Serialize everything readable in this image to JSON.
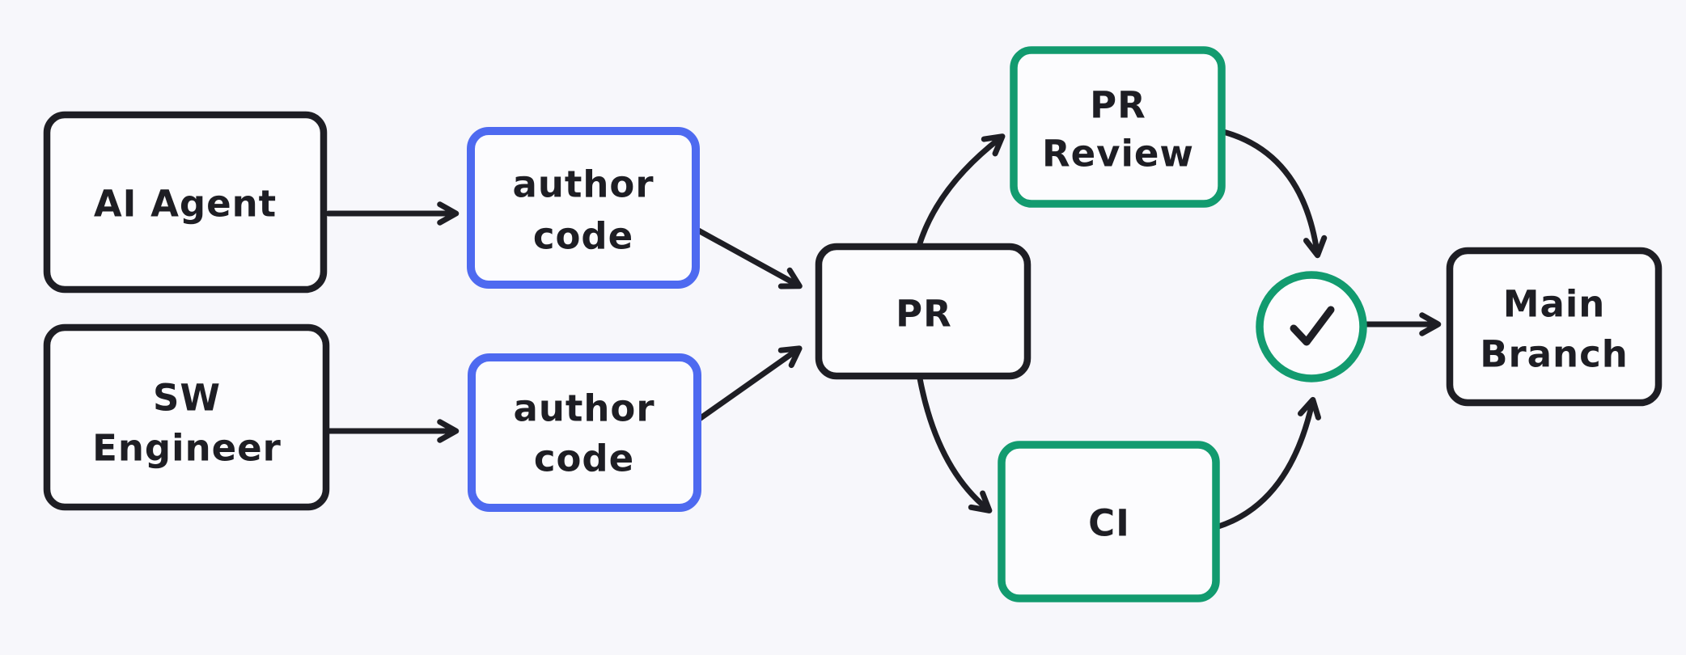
{
  "colors": {
    "canvas_bg": "#f7f7fb",
    "box_fill": "#fcfcfe",
    "stroke_dark": "#1e1e24",
    "stroke_blue": "#4e6af0",
    "stroke_green": "#129b6f"
  },
  "nodes": {
    "ai_agent": {
      "label": "AI Agent"
    },
    "sw_engineer": {
      "line1": "SW",
      "line2": "Engineer"
    },
    "author_code_top": {
      "line1": "author",
      "line2": "code"
    },
    "author_code_bottom": {
      "line1": "author",
      "line2": "code"
    },
    "pr": {
      "label": "PR"
    },
    "pr_review": {
      "line1": "PR",
      "line2": "Review"
    },
    "ci": {
      "label": "CI"
    },
    "approval": {
      "icon": "checkmark"
    },
    "main_branch": {
      "line1": "Main",
      "line2": "Branch"
    }
  }
}
